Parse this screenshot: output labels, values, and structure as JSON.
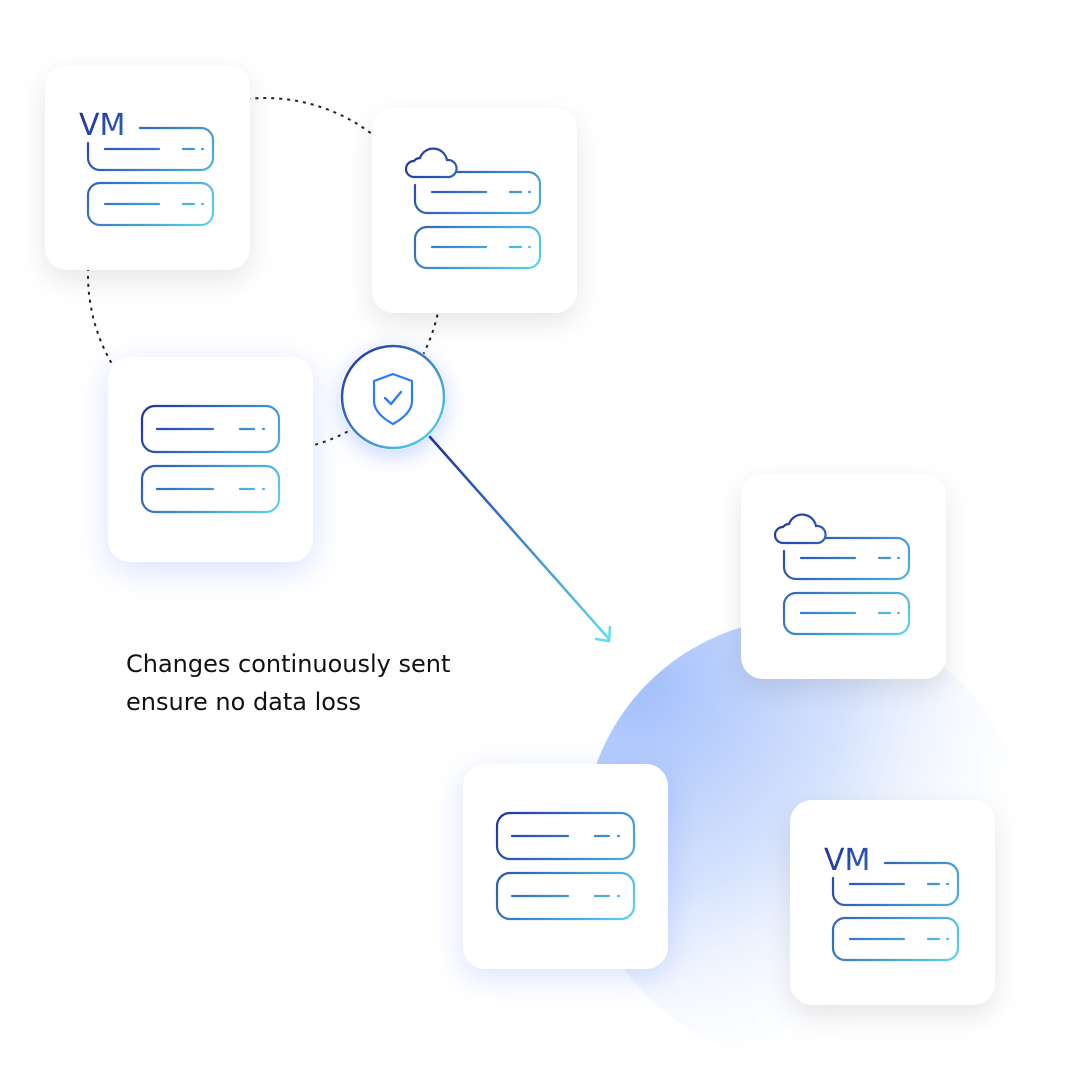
{
  "caption": {
    "line1": "Changes continuously sent",
    "line2": "ensure no data loss"
  },
  "cards": {
    "vm_label": "VM"
  },
  "icons": [
    "vm-server-icon",
    "cloud-server-icon",
    "server-icon",
    "shield-check-icon",
    "arrow-icon"
  ],
  "colors": {
    "stroke_dark": "#1b2c9e",
    "stroke_light": "#5fdcf2",
    "blob": "#a9c4fb",
    "shield": "#2f7bff"
  }
}
